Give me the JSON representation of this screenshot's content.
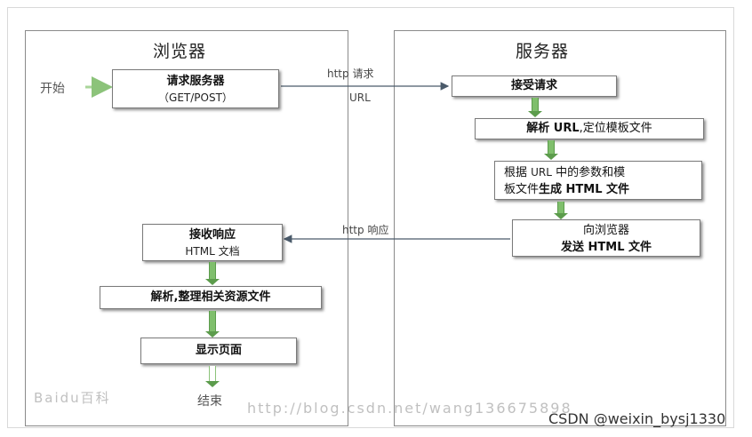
{
  "browser": {
    "title": "浏览器",
    "start": "开始",
    "request_line1": "请求服务器",
    "request_line2": "（GET/POST）",
    "receive_line1": "接收响应",
    "receive_line2": "HTML 文档",
    "parse": "解析,整理相关资源文件",
    "display": "显示页面",
    "end": "结束"
  },
  "server": {
    "title": "服务器",
    "accept": "接受请求",
    "parse_prefix": "解析 ",
    "parse_url": "URL",
    "parse_suffix": ",定位模板文件",
    "gen_line1_a": "根据 ",
    "gen_line1_b": "URL",
    "gen_line1_c": " 中的参数和模",
    "gen_line2_a": "板文件",
    "gen_line2_b": "生成 HTML 文件",
    "send_line1": "向浏览器",
    "send_line2": "发送 HTML 文件"
  },
  "edges": {
    "http_request": "http 请求",
    "url": "URL",
    "http_response": "http 响应"
  },
  "watermarks": {
    "baidu": "Baidu百科",
    "url": "http://blog.csdn.net/wang136675898",
    "csdn": "CSDN @weixin_bysj1330"
  }
}
